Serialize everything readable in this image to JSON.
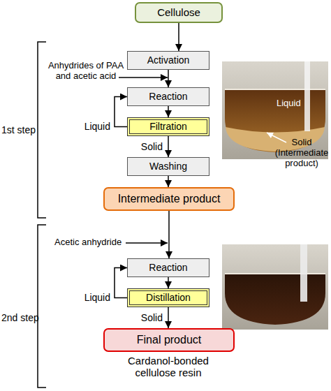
{
  "diagram": {
    "nodes": [
      {
        "text": [
          "Cellulose"
        ]
      },
      {
        "text": [
          "Activation"
        ]
      },
      {
        "text": [
          "Reaction"
        ]
      },
      {
        "text": [
          "Filtration"
        ]
      },
      {
        "text": [
          "Washing"
        ]
      },
      {
        "text": [
          "Intermediate product"
        ]
      },
      {
        "text": [
          "Reaction"
        ]
      },
      {
        "text": [
          "Distillation"
        ]
      },
      {
        "text": [
          "Final product"
        ]
      }
    ],
    "edges": [
      {
        "from": 0,
        "to": 1,
        "arrow": "to"
      },
      {
        "from": 1,
        "to": 2,
        "arrow": "to"
      },
      {
        "from": 2,
        "to": 3,
        "arrow": "to"
      },
      {
        "from": 3,
        "to": 2,
        "label": "Liquid",
        "arrow": "to"
      },
      {
        "from": 3,
        "to": 4,
        "label": "Solid",
        "arrow": "to"
      },
      {
        "from": 4,
        "to": 5,
        "arrow": "to"
      },
      {
        "from": 5,
        "to": 6,
        "arrow": "to"
      },
      {
        "from": 6,
        "to": 7,
        "arrow": "to"
      },
      {
        "from": 7,
        "to": 6,
        "label": "Liquid",
        "arrow": "to"
      },
      {
        "from": 7,
        "to": 8,
        "label": "Solid",
        "arrow": "to"
      }
    ],
    "labels": [
      "Anhydrides of PAA and acetic acid",
      "1st step",
      "Liquid",
      "Solid (Intermediate product)",
      "2nd step",
      "Acetic anhydride",
      "Cardanol-bonded cellulose resin"
    ]
  }
}
